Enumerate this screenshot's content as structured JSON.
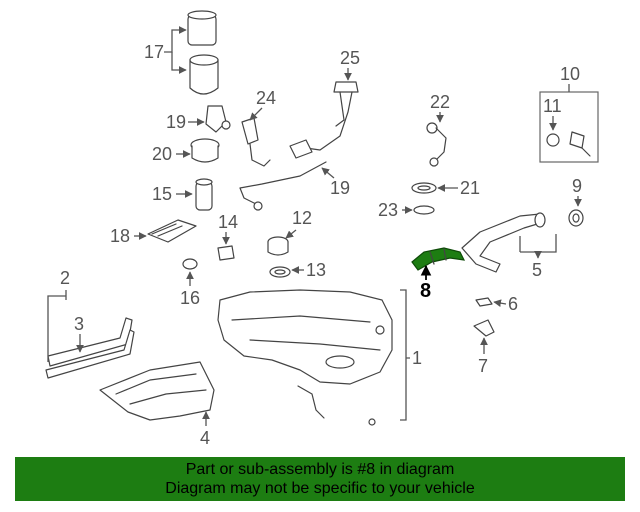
{
  "callouts": {
    "c1": "1",
    "c2": "2",
    "c3": "3",
    "c4": "4",
    "c5": "5",
    "c6": "6",
    "c7": "7",
    "c8": "8",
    "c9": "9",
    "c10": "10",
    "c11": "11",
    "c12": "12",
    "c13": "13",
    "c14": "14",
    "c15": "15",
    "c16": "16",
    "c17": "17",
    "c18": "18",
    "c19": "19",
    "c20": "20",
    "c21": "21",
    "c22": "22",
    "c23": "23",
    "c24": "24",
    "c25": "25",
    "c19b": "19"
  },
  "highlight_color": "#1d7d12",
  "banner": {
    "line1": "Part or sub-assembly is #8 in diagram",
    "line2": "Diagram may not be specific to your vehicle"
  }
}
